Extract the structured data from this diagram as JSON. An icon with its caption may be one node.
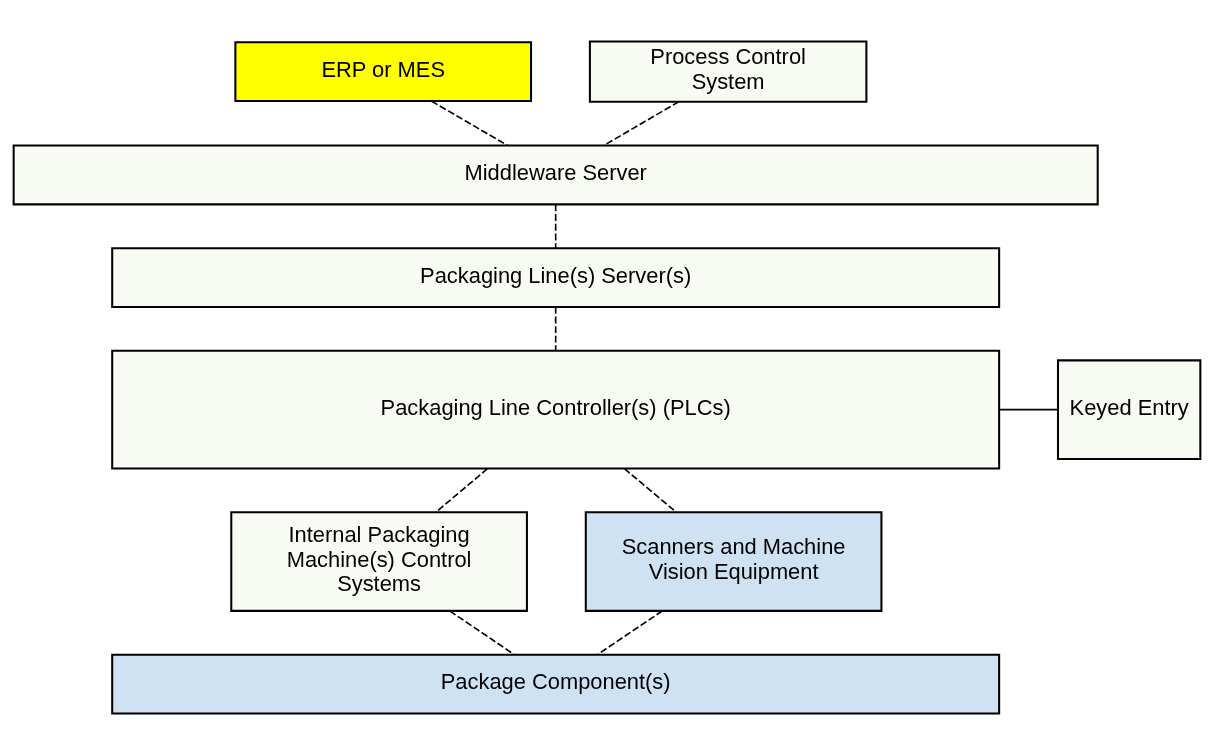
{
  "diagram": {
    "nodes": [
      {
        "text": [
          "ERP or MES"
        ]
      },
      {
        "text": [
          "Process Control System"
        ]
      },
      {
        "text": [
          "Middleware Server"
        ]
      },
      {
        "text": [
          "Packaging Line(s) Server(s)"
        ]
      },
      {
        "text": [
          "Packaging Line Controller(s) (PLCs)"
        ]
      },
      {
        "text": [
          "Keyed Entry"
        ]
      },
      {
        "text": [
          "Internal Packaging Machine(s) Control Systems"
        ]
      },
      {
        "text": [
          "Scanners and Machine Vision Equipment"
        ]
      },
      {
        "text": [
          "Package Component(s)"
        ]
      }
    ],
    "edges": [
      {
        "from": 0,
        "to": 2,
        "arrow": "none",
        "style": "dashed"
      },
      {
        "from": 1,
        "to": 2,
        "arrow": "none",
        "style": "dashed"
      },
      {
        "from": 2,
        "to": 3,
        "arrow": "none",
        "style": "dashed"
      },
      {
        "from": 3,
        "to": 4,
        "arrow": "none",
        "style": "dashed"
      },
      {
        "from": 4,
        "to": 5,
        "arrow": "none"
      },
      {
        "from": 4,
        "to": 6,
        "arrow": "none",
        "style": "dashed"
      },
      {
        "from": 4,
        "to": 7,
        "arrow": "none",
        "style": "dashed"
      },
      {
        "from": 6,
        "to": 8,
        "arrow": "none",
        "style": "dashed"
      },
      {
        "from": 7,
        "to": 8,
        "arrow": "none",
        "style": "dashed"
      }
    ]
  }
}
